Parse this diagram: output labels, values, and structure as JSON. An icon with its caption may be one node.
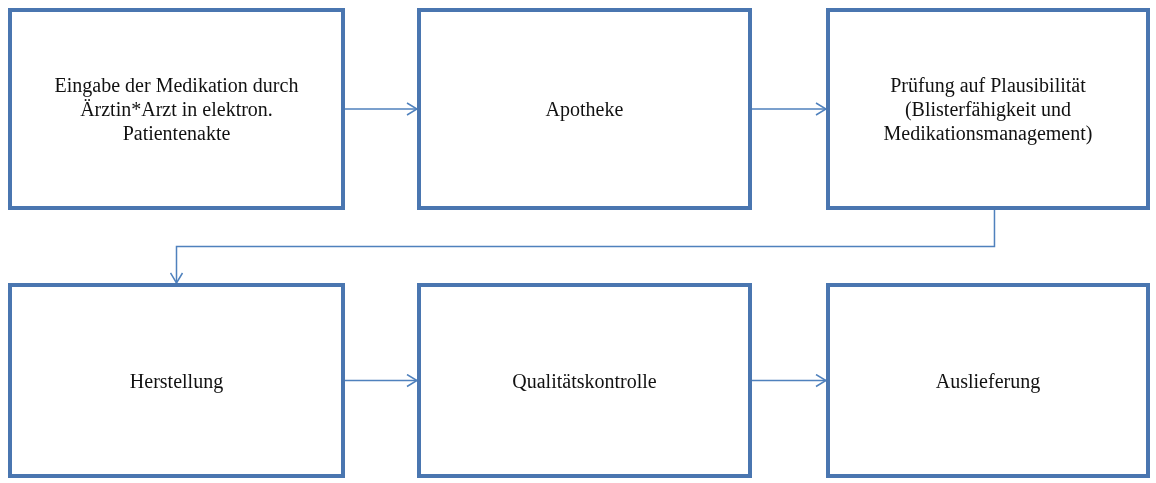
{
  "diagram": {
    "nodes": [
      {
        "text": [
          "Eingabe der Medikation durch Ärztin*Arzt in elektron. Patientenakte"
        ]
      },
      {
        "text": [
          "Apotheke"
        ]
      },
      {
        "text": [
          "Prüfung auf Plausibilität (Blisterfähigkeit und Medikationsmanagement)"
        ]
      },
      {
        "text": [
          "Herstellung"
        ]
      },
      {
        "text": [
          "Qualitätskontrolle"
        ]
      },
      {
        "text": [
          "Auslieferung"
        ]
      }
    ],
    "edges": [
      {
        "from": 0,
        "to": 1,
        "arrow": "to"
      },
      {
        "from": 1,
        "to": 2,
        "arrow": "to"
      },
      {
        "from": 2,
        "to": 3,
        "arrow": "to"
      },
      {
        "from": 3,
        "to": 4,
        "arrow": "to"
      },
      {
        "from": 4,
        "to": 5,
        "arrow": "to"
      }
    ]
  }
}
